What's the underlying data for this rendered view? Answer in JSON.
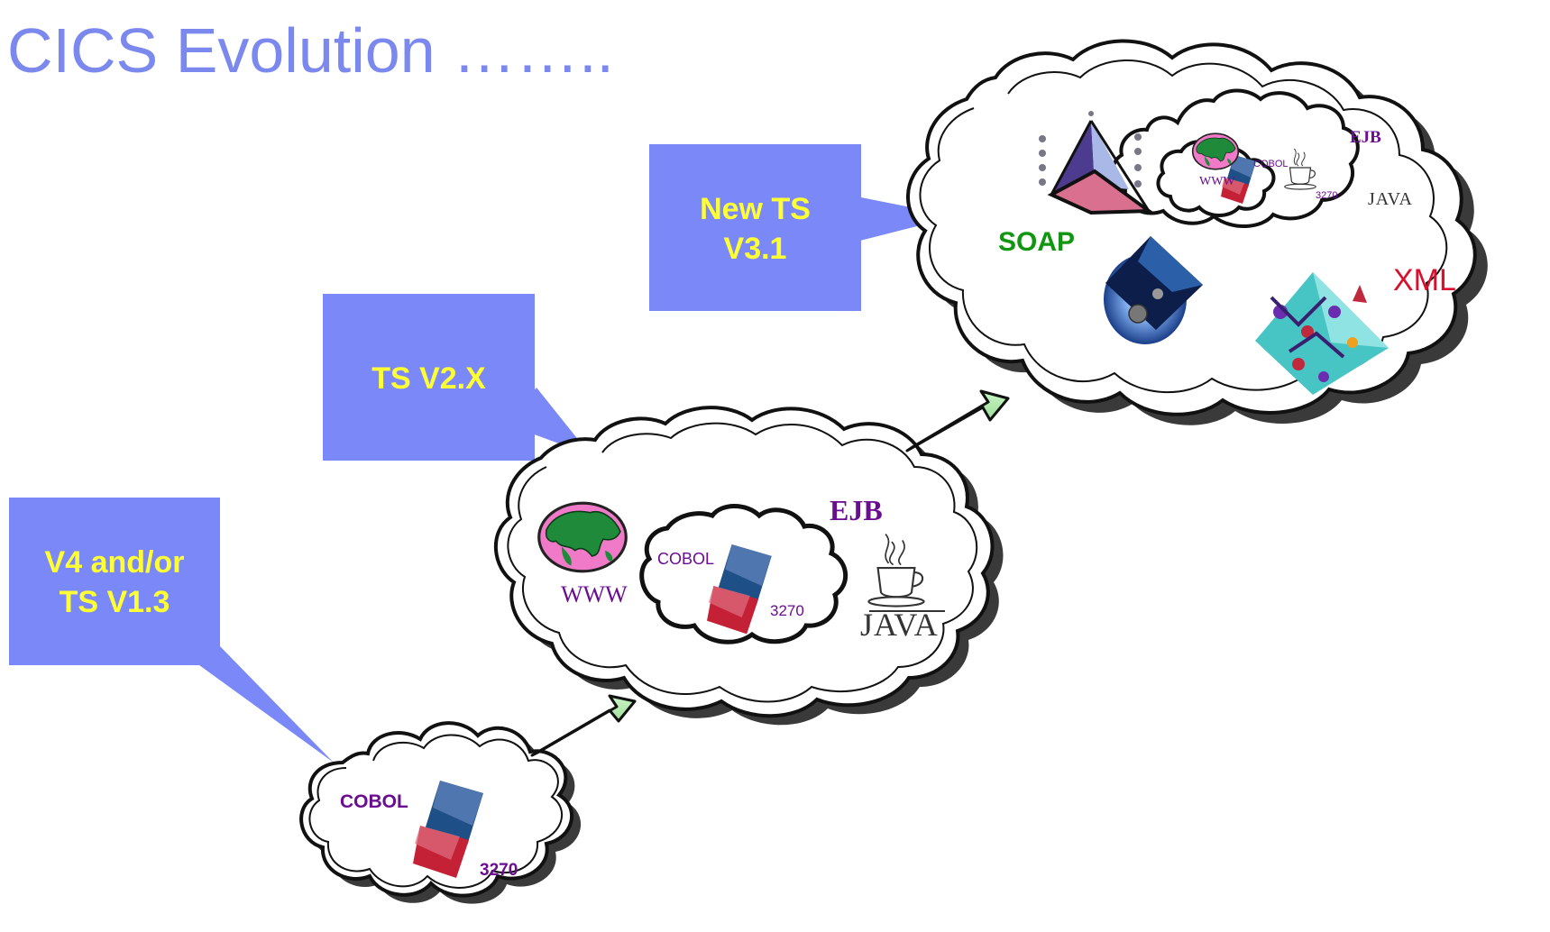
{
  "title": "CICS Evolution ……..",
  "callouts": [
    {
      "line1": "V4 and/or",
      "line2": "TS V1.3"
    },
    {
      "line1": "TS V2.X",
      "line2": ""
    },
    {
      "line1": "New TS",
      "line2": "V3.1"
    }
  ],
  "cloud_small": {
    "cobol": "COBOL",
    "code": "3270"
  },
  "cloud_medium": {
    "www": "WWW",
    "cobol": "COBOL",
    "code": "3270",
    "ejb": "EJB",
    "java": "JAVA"
  },
  "cloud_large": {
    "www": "WWW",
    "cobol": "COBOL",
    "code": "3270",
    "ejb": "EJB",
    "java": "JAVA",
    "soap": "SOAP",
    "xml": "XML"
  },
  "colors": {
    "callout_fill": "#7b89f8",
    "callout_text": "#ffff33",
    "title": "#7b89ef",
    "arrow": "#8fd68a",
    "label_purple": "#6a0d91"
  }
}
